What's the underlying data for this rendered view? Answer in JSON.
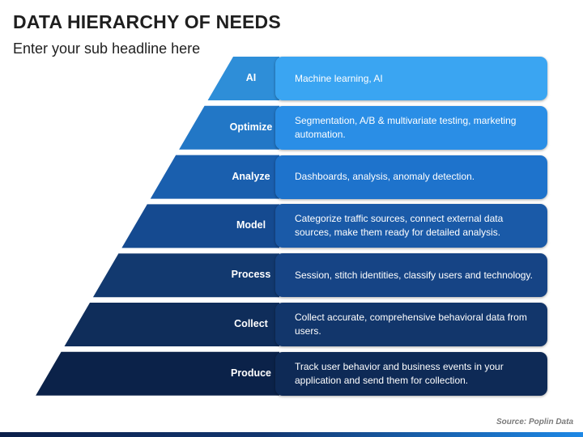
{
  "header": {
    "title": "DATA HIERARCHY OF NEEDS",
    "subtitle": "Enter your sub headline here"
  },
  "tiers": [
    {
      "label": "AI",
      "description": "Machine learning, AI",
      "color": "#2e8ed8",
      "box_color": "#3aa5f2"
    },
    {
      "label": "Optimize",
      "description": "Segmentation, A/B & multivariate testing, marketing automation.",
      "color": "#2277c6",
      "box_color": "#2a8ee6"
    },
    {
      "label": "Analyze",
      "description": "Dashboards, analysis, anomaly detection.",
      "color": "#1a5fae",
      "box_color": "#1e73cc"
    },
    {
      "label": "Model",
      "description": "Categorize traffic sources, connect external data sources, make them ready for detailed analysis.",
      "color": "#154a90",
      "box_color": "#1a5aa8"
    },
    {
      "label": "Process",
      "description": "Session, stitch identities, classify users and technology.",
      "color": "#12396f",
      "box_color": "#164485"
    },
    {
      "label": "Collect",
      "description": "Collect accurate, comprehensive behavioral data from users.",
      "color": "#0f2d5a",
      "box_color": "#12366b"
    },
    {
      "label": "Produce",
      "description": "Track user behavior and business events in your application and send them for collection.",
      "color": "#0b2249",
      "box_color": "#0e2a56"
    }
  ],
  "footer": {
    "source": "Source: Poplin Data"
  }
}
